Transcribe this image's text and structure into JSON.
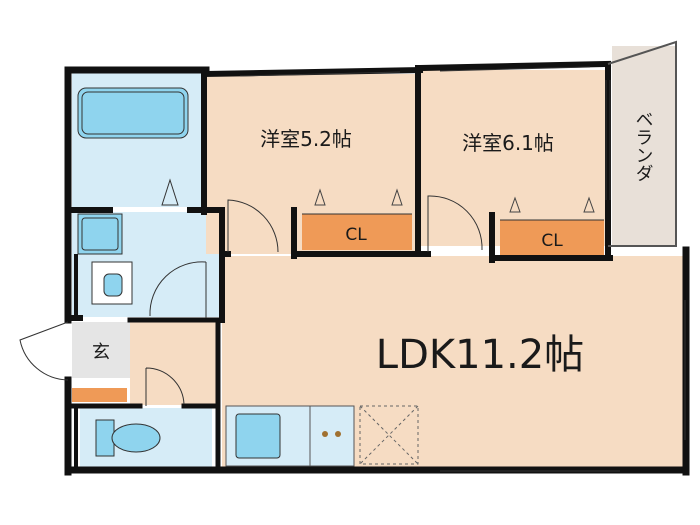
{
  "rooms": {
    "western_room_1": "洋室5.2帖",
    "western_room_2": "洋室6.1帖",
    "ldk": "LDK11.2帖",
    "balcony": "ベランダ",
    "entrance": "玄",
    "closet_1": "CL",
    "closet_2": "CL"
  },
  "colors": {
    "wall": "#111111",
    "room_floor": "#f6dcc3",
    "wet_area": "#d6ecf7",
    "fixture": "#8fd4ee",
    "closet": "#ef9a57",
    "balcony": "#e8e0d8",
    "entrance": "#e5e5e5"
  }
}
